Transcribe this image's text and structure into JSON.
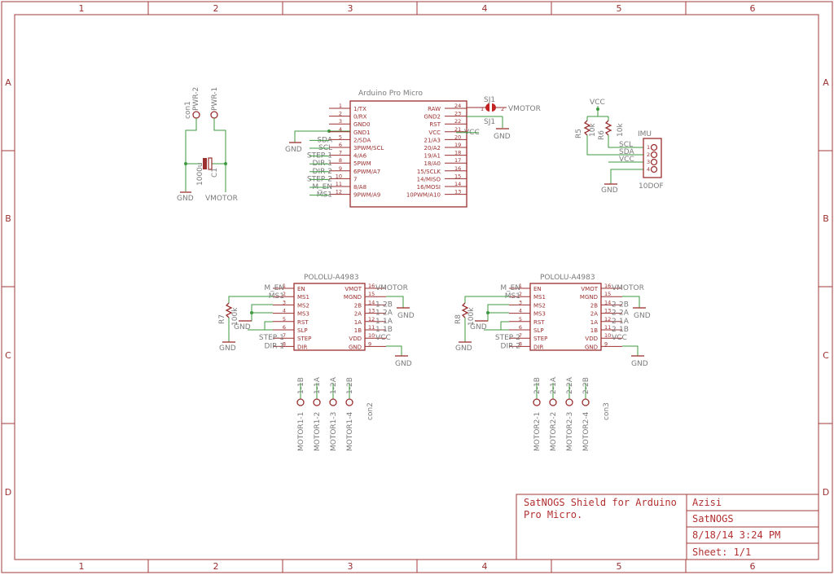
{
  "grid": {
    "columns": [
      "1",
      "2",
      "3",
      "4",
      "5",
      "6"
    ],
    "rows": [
      "A",
      "B",
      "C",
      "D"
    ]
  },
  "arduino": {
    "name": "Arduino Pro Micro",
    "left_pins": [
      {
        "num": "1",
        "label": "1/TX",
        "net": ""
      },
      {
        "num": "2",
        "label": "0/RX",
        "net": ""
      },
      {
        "num": "3",
        "label": "GND0",
        "net": ""
      },
      {
        "num": "4",
        "label": "GND1",
        "net": ""
      },
      {
        "num": "5",
        "label": "2/SDA",
        "net": "SDA"
      },
      {
        "num": "6",
        "label": "3PWM/SCL",
        "net": "SCL"
      },
      {
        "num": "7",
        "label": "4/A6",
        "net": "STEP-1"
      },
      {
        "num": "8",
        "label": "5PWM",
        "net": "DIR-1"
      },
      {
        "num": "9",
        "label": "6PWM/A7",
        "net": "DIR-2"
      },
      {
        "num": "10",
        "label": "7",
        "net": "STEP-2"
      },
      {
        "num": "11",
        "label": "8/A8",
        "net": "M_EN"
      },
      {
        "num": "12",
        "label": "9PWM/A9",
        "net": "MS1"
      }
    ],
    "right_pins": [
      {
        "num": "24",
        "label": "RAW",
        "net": ""
      },
      {
        "num": "23",
        "label": "GND2",
        "net": ""
      },
      {
        "num": "22",
        "label": "RST",
        "net": ""
      },
      {
        "num": "21",
        "label": "VCC",
        "net": "VCC"
      },
      {
        "num": "20",
        "label": "21/A3",
        "net": ""
      },
      {
        "num": "19",
        "label": "20/A2",
        "net": ""
      },
      {
        "num": "18",
        "label": "19/A1",
        "net": ""
      },
      {
        "num": "17",
        "label": "18/A0",
        "net": ""
      },
      {
        "num": "16",
        "label": "15/SCLK",
        "net": ""
      },
      {
        "num": "15",
        "label": "14/MISO",
        "net": ""
      },
      {
        "num": "14",
        "label": "16/MOSI",
        "net": ""
      },
      {
        "num": "13",
        "label": "10PWM/A10",
        "net": ""
      }
    ],
    "gnd": "GND"
  },
  "power": {
    "con_name": "con1",
    "pwr2": "PWR-2",
    "pwr1": "PWR-1",
    "cap_name": "C1",
    "cap_value": "1000u",
    "gnd": "GND",
    "vmotor": "VMOTOR"
  },
  "sj1": {
    "name": "SJ1",
    "name2": "SJ1",
    "pin1": "1",
    "pin2": "2",
    "net": "VMOTOR",
    "gnd": "GND"
  },
  "imu": {
    "vcc": "VCC",
    "r5": "R5",
    "r5_value": "10k",
    "r6": "R6",
    "r6_value": "10k",
    "name": "IMU",
    "value": "10DOF",
    "nets": [
      "SCL",
      "SDA",
      "VCC",
      ""
    ],
    "pins": [
      "1",
      "2",
      "3",
      "4"
    ],
    "gnd": "GND"
  },
  "drivers": [
    {
      "name": "POLOLU-A4983",
      "left_pins": [
        {
          "num": "1",
          "label": "EN",
          "net": "M_EN"
        },
        {
          "num": "2",
          "label": "MS1",
          "net": "MS1"
        },
        {
          "num": "3",
          "label": "MS2",
          "net": ""
        },
        {
          "num": "4",
          "label": "MS3",
          "net": ""
        },
        {
          "num": "5",
          "label": "RST",
          "net": ""
        },
        {
          "num": "6",
          "label": "SLP",
          "net": ""
        },
        {
          "num": "7",
          "label": "STEP",
          "net": "STEP-1"
        },
        {
          "num": "8",
          "label": "DIR",
          "net": "DIR-1"
        }
      ],
      "right_pins": [
        {
          "num": "16",
          "label": "VMOT",
          "net": "VMOTOR"
        },
        {
          "num": "15",
          "label": "MGND",
          "net": ""
        },
        {
          "num": "14",
          "label": "2B",
          "net": "1-2B"
        },
        {
          "num": "13",
          "label": "2A",
          "net": "1-2A"
        },
        {
          "num": "12",
          "label": "1A",
          "net": "1-1A"
        },
        {
          "num": "11",
          "label": "1B",
          "net": "1-1B"
        },
        {
          "num": "10",
          "label": "VDD",
          "net": "VCC"
        },
        {
          "num": "9",
          "label": "GND",
          "net": ""
        }
      ],
      "resistor": "R7",
      "resistor_value": "100k",
      "gnd": "GND"
    },
    {
      "name": "POLOLU-A4983",
      "left_pins": [
        {
          "num": "1",
          "label": "EN",
          "net": "M_EN"
        },
        {
          "num": "2",
          "label": "MS1",
          "net": "MS1"
        },
        {
          "num": "3",
          "label": "MS2",
          "net": ""
        },
        {
          "num": "4",
          "label": "MS3",
          "net": ""
        },
        {
          "num": "5",
          "label": "RST",
          "net": ""
        },
        {
          "num": "6",
          "label": "SLP",
          "net": ""
        },
        {
          "num": "7",
          "label": "STEP",
          "net": "STEP-2"
        },
        {
          "num": "8",
          "label": "DIR",
          "net": "DIR-2"
        }
      ],
      "right_pins": [
        {
          "num": "16",
          "label": "VMOT",
          "net": "VMOTOR"
        },
        {
          "num": "15",
          "label": "MGND",
          "net": ""
        },
        {
          "num": "14",
          "label": "2B",
          "net": "2-2B"
        },
        {
          "num": "13",
          "label": "2A",
          "net": "2-2A"
        },
        {
          "num": "12",
          "label": "1A",
          "net": "2-1A"
        },
        {
          "num": "11",
          "label": "1B",
          "net": "2-1B"
        },
        {
          "num": "10",
          "label": "VDD",
          "net": "VCC"
        },
        {
          "num": "9",
          "label": "GND",
          "net": ""
        }
      ],
      "resistor": "R8",
      "resistor_value": "100k",
      "gnd": "GND"
    }
  ],
  "motor_connectors": [
    {
      "con": "con2",
      "nets": [
        "1-1B",
        "1-1A",
        "1-2A",
        "1-2B"
      ],
      "pins": [
        "MOTOR1-1",
        "MOTOR1-2",
        "MOTOR1-3",
        "MOTOR1-4"
      ]
    },
    {
      "con": "con3",
      "nets": [
        "2-1B",
        "2-1A",
        "2-2A",
        "2-2B"
      ],
      "pins": [
        "MOTOR2-1",
        "MOTOR2-2",
        "MOTOR2-3",
        "MOTOR2-4"
      ]
    }
  ],
  "titleblock": {
    "title_line1": "SatNOGS Shield for Arduino",
    "title_line2": "Pro Micro.",
    "author": "Azisi",
    "project": "SatNOGS",
    "date": "8/18/14 3:24 PM",
    "sheet": "Sheet: 1/1"
  }
}
